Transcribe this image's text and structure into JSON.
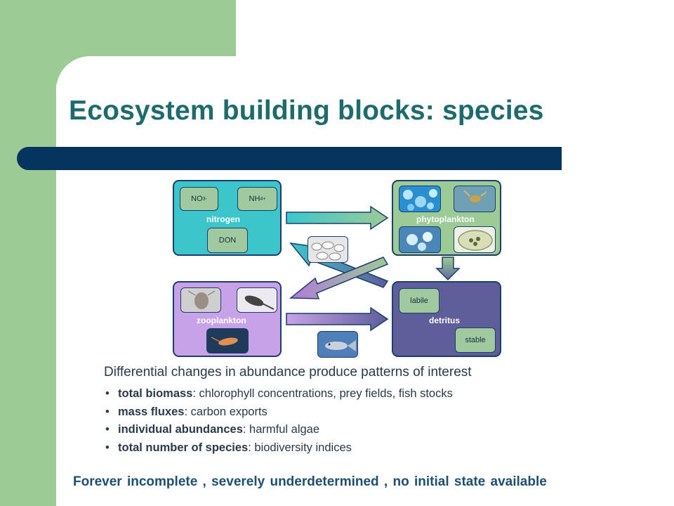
{
  "slide": {
    "title": "Ecosystem building blocks: species",
    "colors": {
      "green_band": "#9ccb95",
      "title_bar": "#05345e",
      "title_text": "#1e6b6e"
    }
  },
  "diagram": {
    "nitrogen": {
      "label": "nitrogen",
      "chips": {
        "no3_base": "NO",
        "no3_sub": "3",
        "no3_sup": "-",
        "nh4_base": "NH",
        "nh4_sub": "4",
        "nh4_sup": "+",
        "don": "DON"
      },
      "color": "#3cc6cc"
    },
    "phytoplankton": {
      "label": "phytoplankton",
      "color": "#9ccb95"
    },
    "zooplankton": {
      "label": "zooplankton",
      "color": "#c8a2e8"
    },
    "detritus": {
      "label": "detritus",
      "chips": {
        "labile": "labile",
        "stable": "stable"
      },
      "color": "#5f5d9a"
    }
  },
  "body": {
    "subheading": "Differential changes in abundance produce patterns of interest",
    "bullets": [
      {
        "term": "total biomass",
        "rest": ": chlorophyll concentrations, prey fields, fish stocks"
      },
      {
        "term": "mass fluxes",
        "rest": ": carbon exports"
      },
      {
        "term": "individual abundances",
        "rest": ": harmful algae"
      },
      {
        "term": "total number of species",
        "rest": ": biodiversity indices"
      }
    ]
  },
  "footer": {
    "text": "Forever incomplete , severely underdetermined , no initial state available"
  }
}
